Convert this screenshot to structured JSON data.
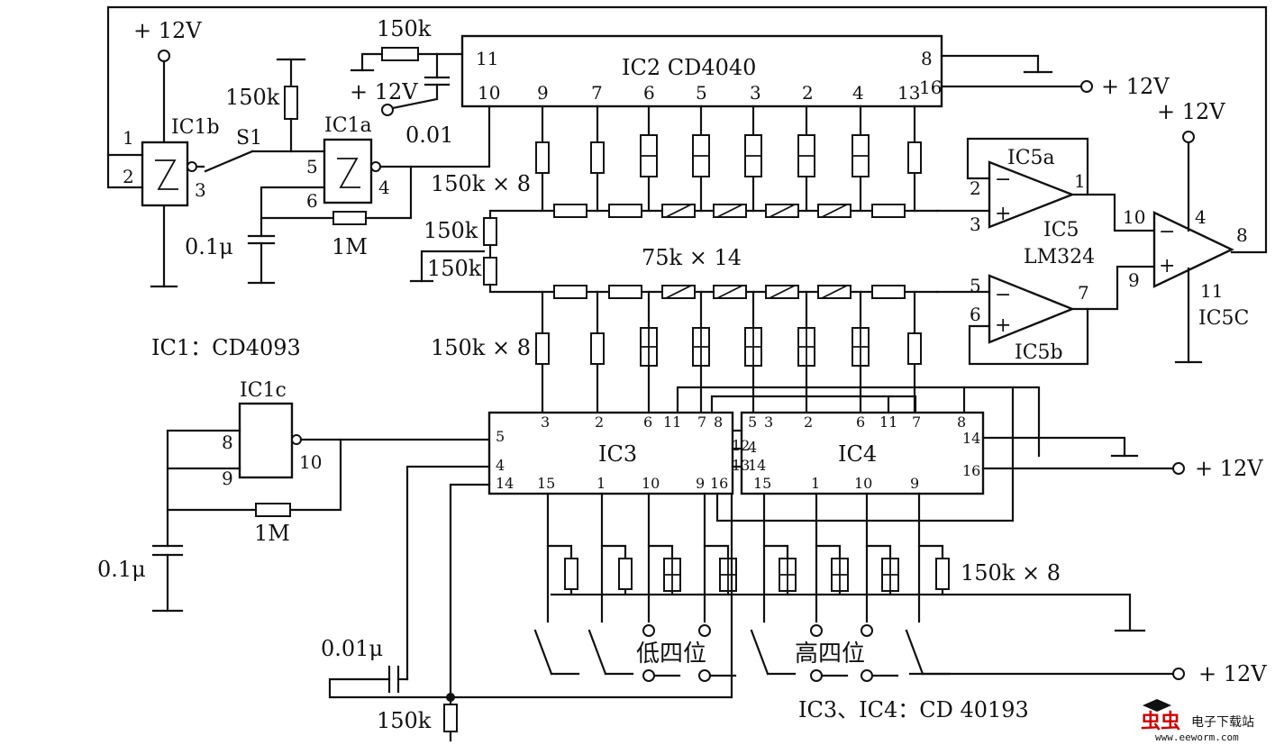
{
  "ic2": {
    "name": "IC2 CD4040",
    "pins_top": [
      "11",
      "10",
      "9",
      "7",
      "6",
      "5",
      "3",
      "2",
      "4",
      "13"
    ],
    "pin8": "8",
    "pin16": "16"
  },
  "ic1": {
    "part": "IC1：CD4093",
    "b": "IC1b",
    "a": "IC1a",
    "c": "IC1c",
    "b_pins": [
      "1",
      "2",
      "3"
    ],
    "a_pins": [
      "5",
      "6",
      "4"
    ],
    "c_pins": [
      "8",
      "9",
      "10"
    ]
  },
  "ic5": {
    "name": "IC5",
    "part": "LM324",
    "a": "IC5a",
    "b": "IC5b",
    "c": "IC5C",
    "a_pins": [
      "2",
      "3",
      "1"
    ],
    "b_pins": [
      "5",
      "6",
      "7"
    ],
    "c_pins": [
      "10",
      "9",
      "8",
      "4",
      "11"
    ]
  },
  "ic3": {
    "name": "IC3",
    "pins_top": [
      "5",
      "3",
      "2",
      "6",
      "11",
      "7",
      "8"
    ],
    "pins_left": [
      "4",
      "14"
    ],
    "pins_bottom": [
      "15",
      "1",
      "10",
      "9",
      "16"
    ]
  },
  "ic4": {
    "name": "IC4",
    "pins_top": [
      "5",
      "3",
      "2",
      "6",
      "11",
      "7",
      "8"
    ],
    "pins_right": [
      "14",
      "16"
    ],
    "pins_left": [
      "12",
      "4",
      "13",
      "14"
    ],
    "pins_bottom": [
      "15",
      "1",
      "10",
      "9"
    ]
  },
  "labels": {
    "vcc": "+ 12V",
    "vcc_b": "+ 12V",
    "r150k": "150k",
    "r150kx8": "150k × 8",
    "r75kx14": "75k × 14",
    "c001": "0.01",
    "c01u": "0.1μ",
    "c001u": "0.01μ",
    "r1m": "1M",
    "s1": "S1",
    "low4": "低四位",
    "high4": "高四位",
    "ic34part": "IC3、IC4：CD 40193"
  },
  "watermark": {
    "brand": "虫虫",
    "sub": "电子下载站",
    "url": "www.eeworm.com"
  }
}
